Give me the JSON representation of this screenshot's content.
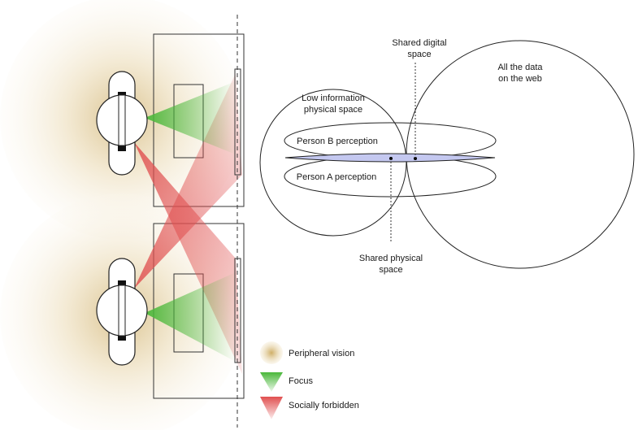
{
  "labels": {
    "shared_digital_1": "Shared digital",
    "shared_digital_2": "space",
    "all_data_1": "All the data",
    "all_data_2": "on the web",
    "low_info_1": "Low information",
    "low_info_2": "physical space",
    "person_b": "Person B perception",
    "person_a": "Person A perception",
    "shared_physical_1": "Shared physical",
    "shared_physical_2": "space"
  },
  "legend": {
    "peripheral": "Peripheral vision",
    "focus": "Focus",
    "forbidden": "Socially forbidden"
  },
  "colors": {
    "peripheral": "#e8d8a8",
    "focus": "#5cbf4a",
    "forbidden": "#e05a5a",
    "overlap": "#c4c8f0"
  }
}
